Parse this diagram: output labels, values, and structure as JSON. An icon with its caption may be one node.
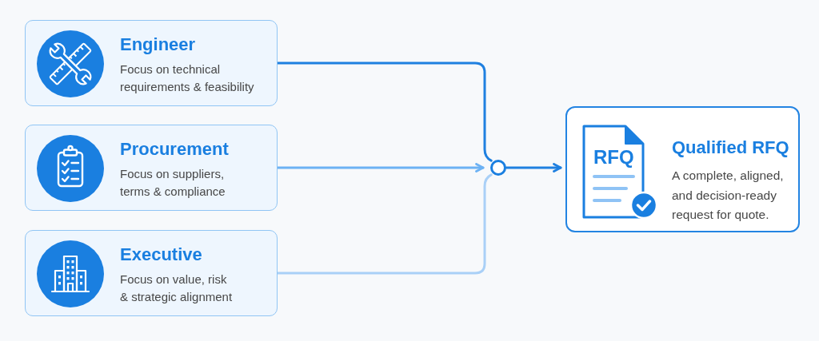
{
  "diagram": {
    "nodes": [
      {
        "text": [
          "Engineer",
          "Focus on technical requirements & feasibility"
        ]
      },
      {
        "text": [
          "Procurement",
          "Focus on suppliers, terms & compliance"
        ]
      },
      {
        "text": [
          "Executive",
          "Focus on value, risk & strategic alignment"
        ]
      },
      {
        "text": [],
        "shape": "circle"
      },
      {
        "text": [
          "RFQ",
          "Qualified RFQ",
          "A complete, aligned, and decision-ready request for quote."
        ]
      }
    ],
    "edges": [
      {
        "from": 0,
        "to": 3,
        "arrow": "none"
      },
      {
        "from": 1,
        "to": 3,
        "arrow": "to",
        "color": "#6cb2f4"
      },
      {
        "from": 2,
        "to": 3,
        "arrow": "none",
        "color": "#a9d0f7"
      },
      {
        "from": 3,
        "to": 4,
        "arrow": "to"
      }
    ]
  }
}
